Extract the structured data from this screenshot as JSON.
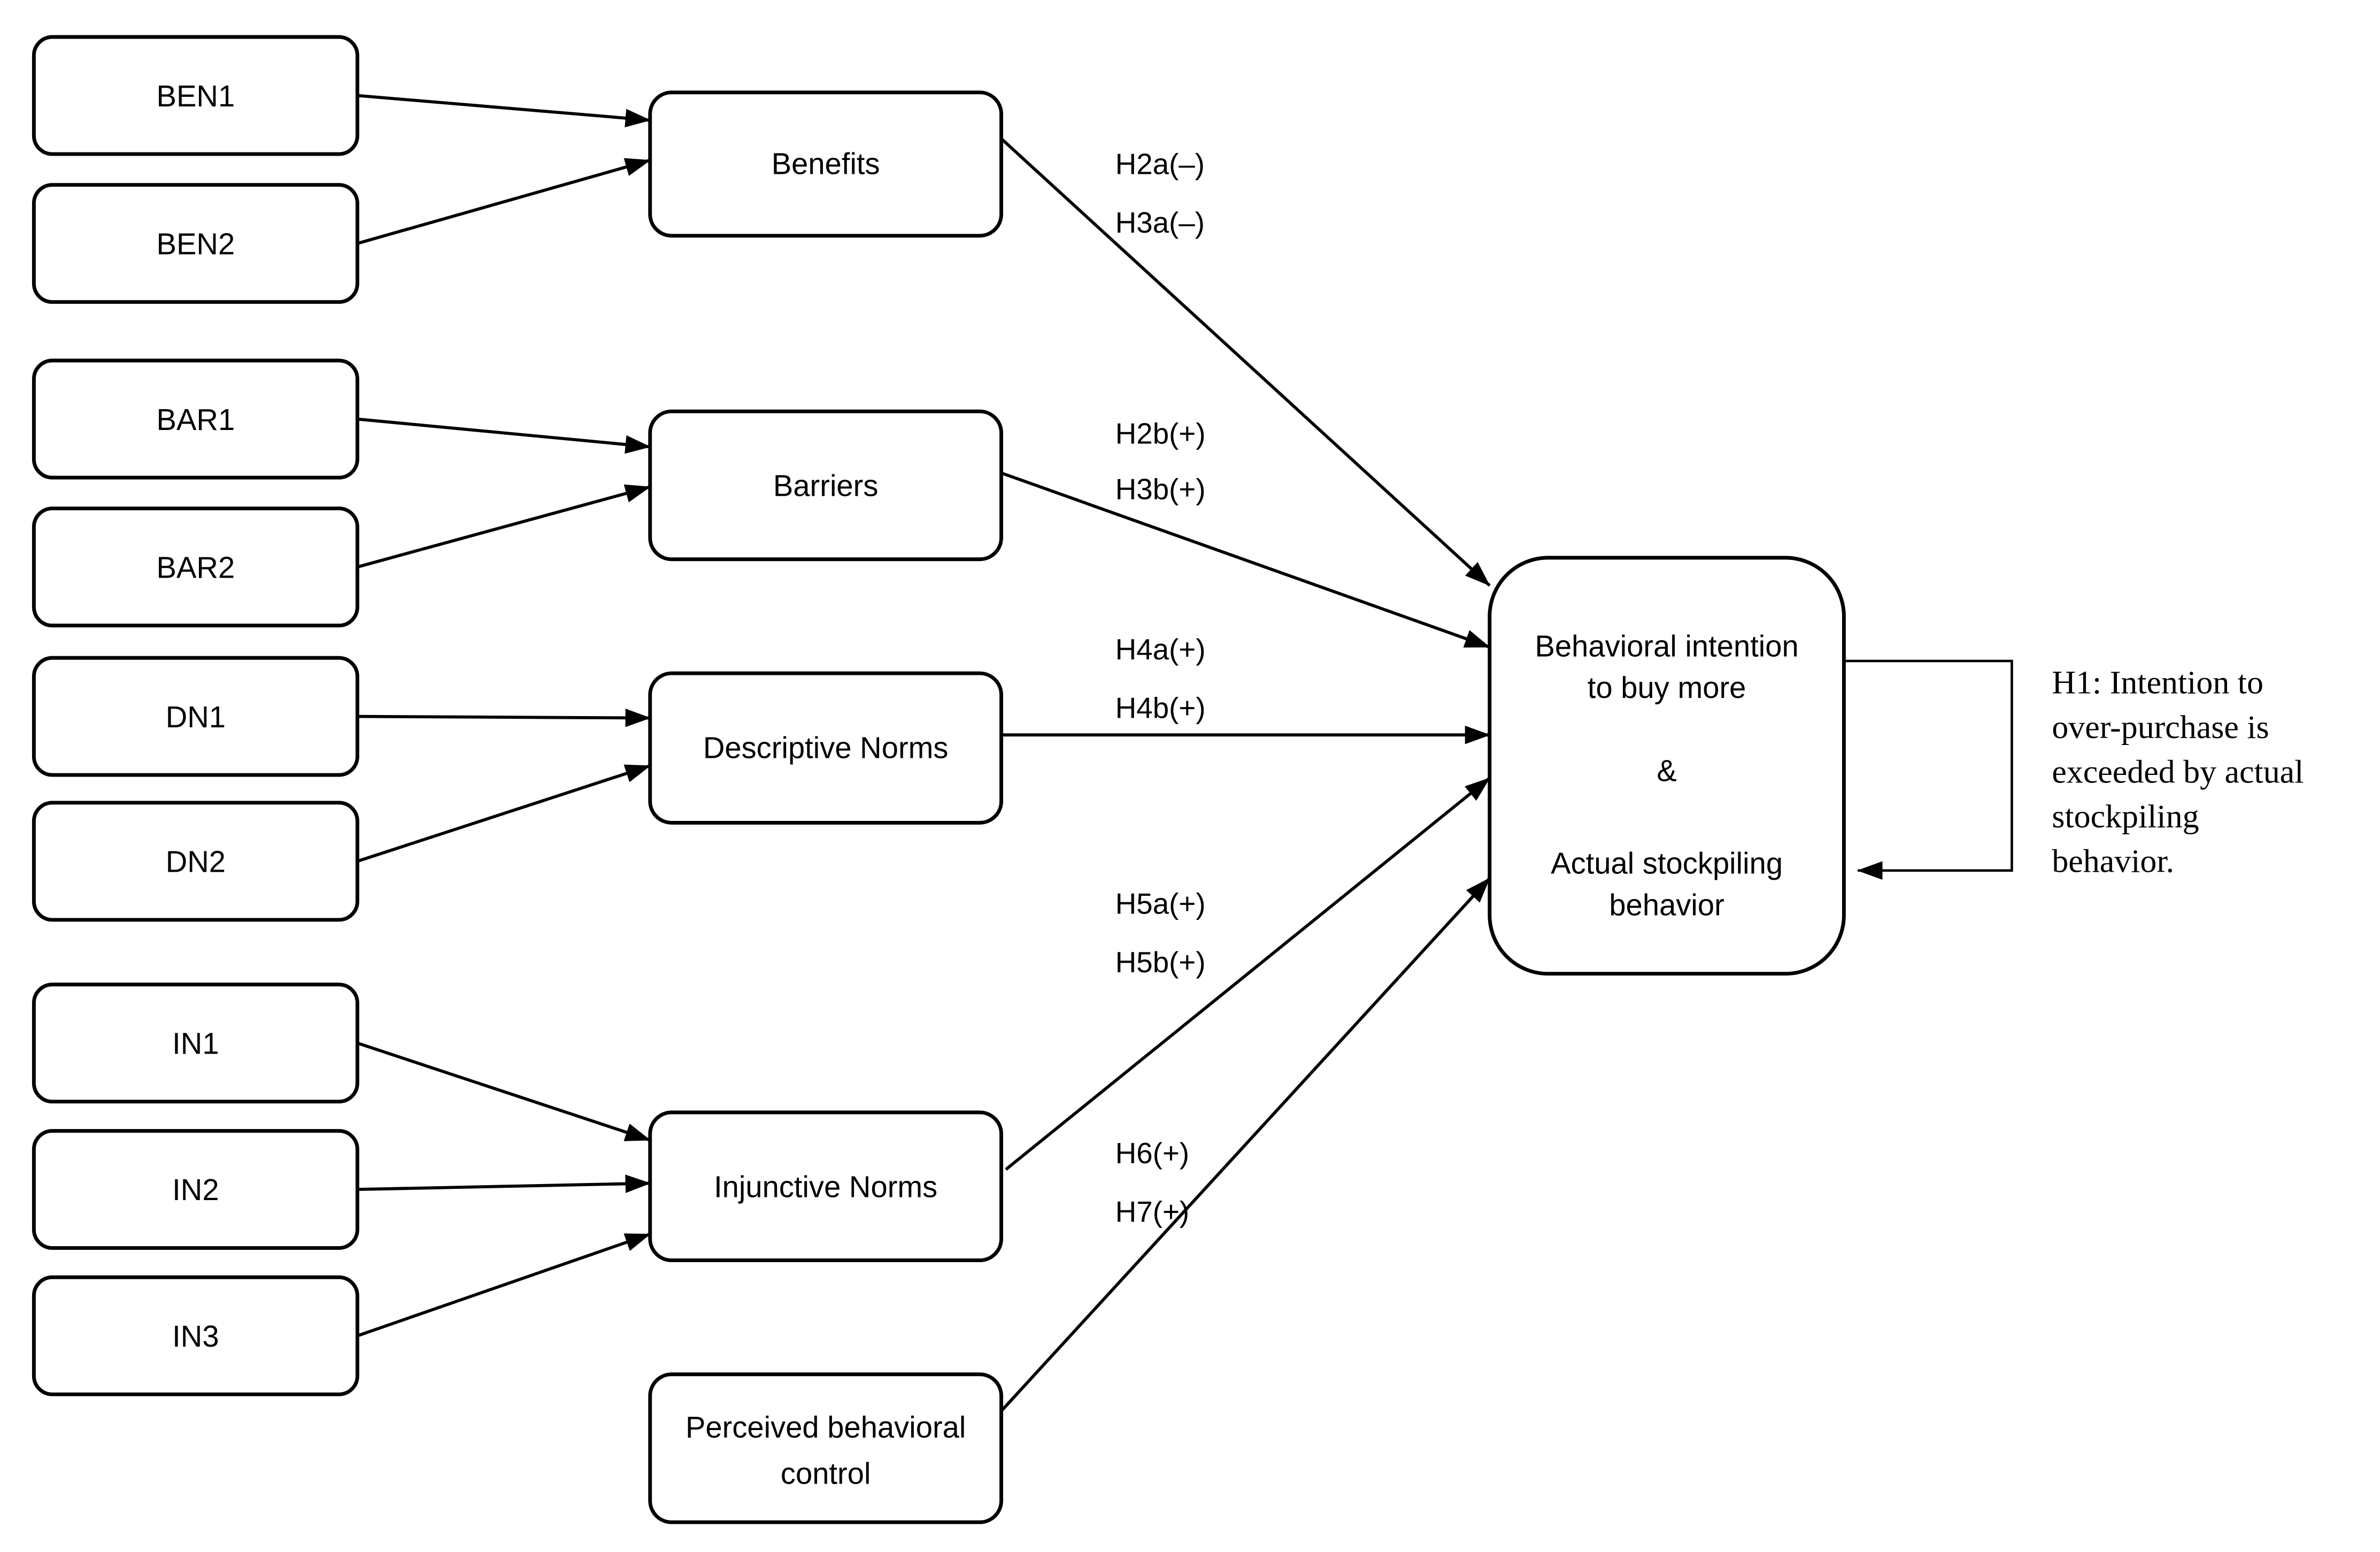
{
  "diagram": {
    "background": "#ffffff",
    "stroke_color": "#000000",
    "text_color": "#000000",
    "indicators": [
      {
        "label": "BEN1"
      },
      {
        "label": "BEN2"
      },
      {
        "label": "BAR1"
      },
      {
        "label": "BAR2"
      },
      {
        "label": "DN1"
      },
      {
        "label": "DN2"
      },
      {
        "label": "IN1"
      },
      {
        "label": "IN2"
      },
      {
        "label": "IN3"
      }
    ],
    "constructs": [
      {
        "label": "Benefits"
      },
      {
        "label": "Barriers"
      },
      {
        "label": "Descriptive Norms"
      },
      {
        "label": "Injunctive Norms"
      },
      {
        "label_line1": "Perceived behavioral",
        "label_line2": "control"
      }
    ],
    "outcome_box": {
      "line1": "Behavioral intention",
      "line2": "to buy more",
      "line3": "&",
      "line4": "Actual stockpiling",
      "line5": "behavior"
    },
    "hypothesis_labels": [
      {
        "label": "H2a(–)"
      },
      {
        "label": "H3a(–)"
      },
      {
        "label": "H2b(+)"
      },
      {
        "label": "H3b(+)"
      },
      {
        "label": "H4a(+)"
      },
      {
        "label": "H4b(+)"
      },
      {
        "label": "H5a(+)"
      },
      {
        "label": "H5b(+)"
      },
      {
        "label": "H6(+)"
      },
      {
        "label": "H7(+)"
      }
    ],
    "h1_annotation": {
      "line1": "H1: Intention to",
      "line2": "over-purchase is",
      "line3": "exceeded by actual",
      "line4": "stockpiling",
      "line5": "behavior."
    }
  }
}
